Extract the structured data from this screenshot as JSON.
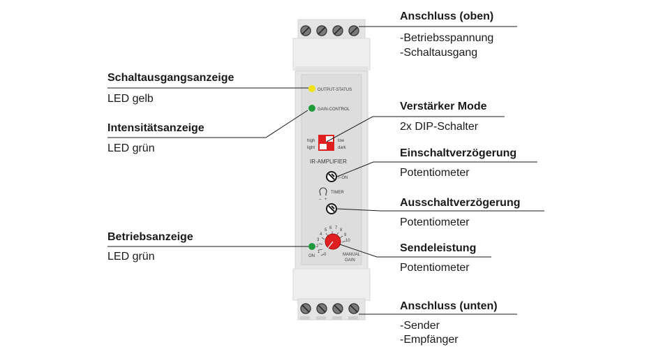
{
  "labels": {
    "top_conn": {
      "title": "Anschluss (oben)",
      "lines": [
        "-Betriebsspannung",
        "-Schaltausgang"
      ]
    },
    "switch_out": {
      "title": "Schaltausgangsanzeige",
      "sub": "LED gelb"
    },
    "intensity": {
      "title": "Intensitätsanzeige",
      "sub": "LED grün"
    },
    "amp_mode": {
      "title": "Verstärker Mode",
      "sub": "2x DIP-Schalter"
    },
    "on_delay": {
      "title": "Einschaltverzögerung",
      "sub": "Potentiometer"
    },
    "off_delay": {
      "title": "Ausschaltverzögerung",
      "sub": "Potentiometer"
    },
    "power": {
      "title": "Betriebsanzeige",
      "sub": "LED grün"
    },
    "send": {
      "title": "Sendeleistung",
      "sub": "Potentiometer"
    },
    "bot_conn": {
      "title": "Anschluss (unten)",
      "lines": [
        "-Sender",
        "-Empfänger"
      ]
    }
  },
  "device": {
    "output_status": "OUTPUT-STATUS",
    "gain_control": "GAIN-CONTROL",
    "dip_high": "high",
    "dip_light": "light",
    "dip_low": "low",
    "dip_dark": "dark",
    "ir_amplifier": "IR-AMPLIFIER",
    "t_on": "T-ON",
    "timer": "TIMER",
    "timer_minus": "–",
    "timer_plus": "+",
    "on": "ON",
    "manual": "MANUAL",
    "gain": "GAIN",
    "dial_numbers": [
      "0",
      "1",
      "2",
      "3",
      "4",
      "5",
      "6",
      "7",
      "8",
      "9",
      "10"
    ]
  },
  "colors": {
    "led_yellow": "#f2e21a",
    "led_green": "#1f9a3a",
    "knob_red": "#e02020",
    "dip_red": "#e02020",
    "body": "#e9e9e9",
    "panel": "#dcdcdc"
  }
}
